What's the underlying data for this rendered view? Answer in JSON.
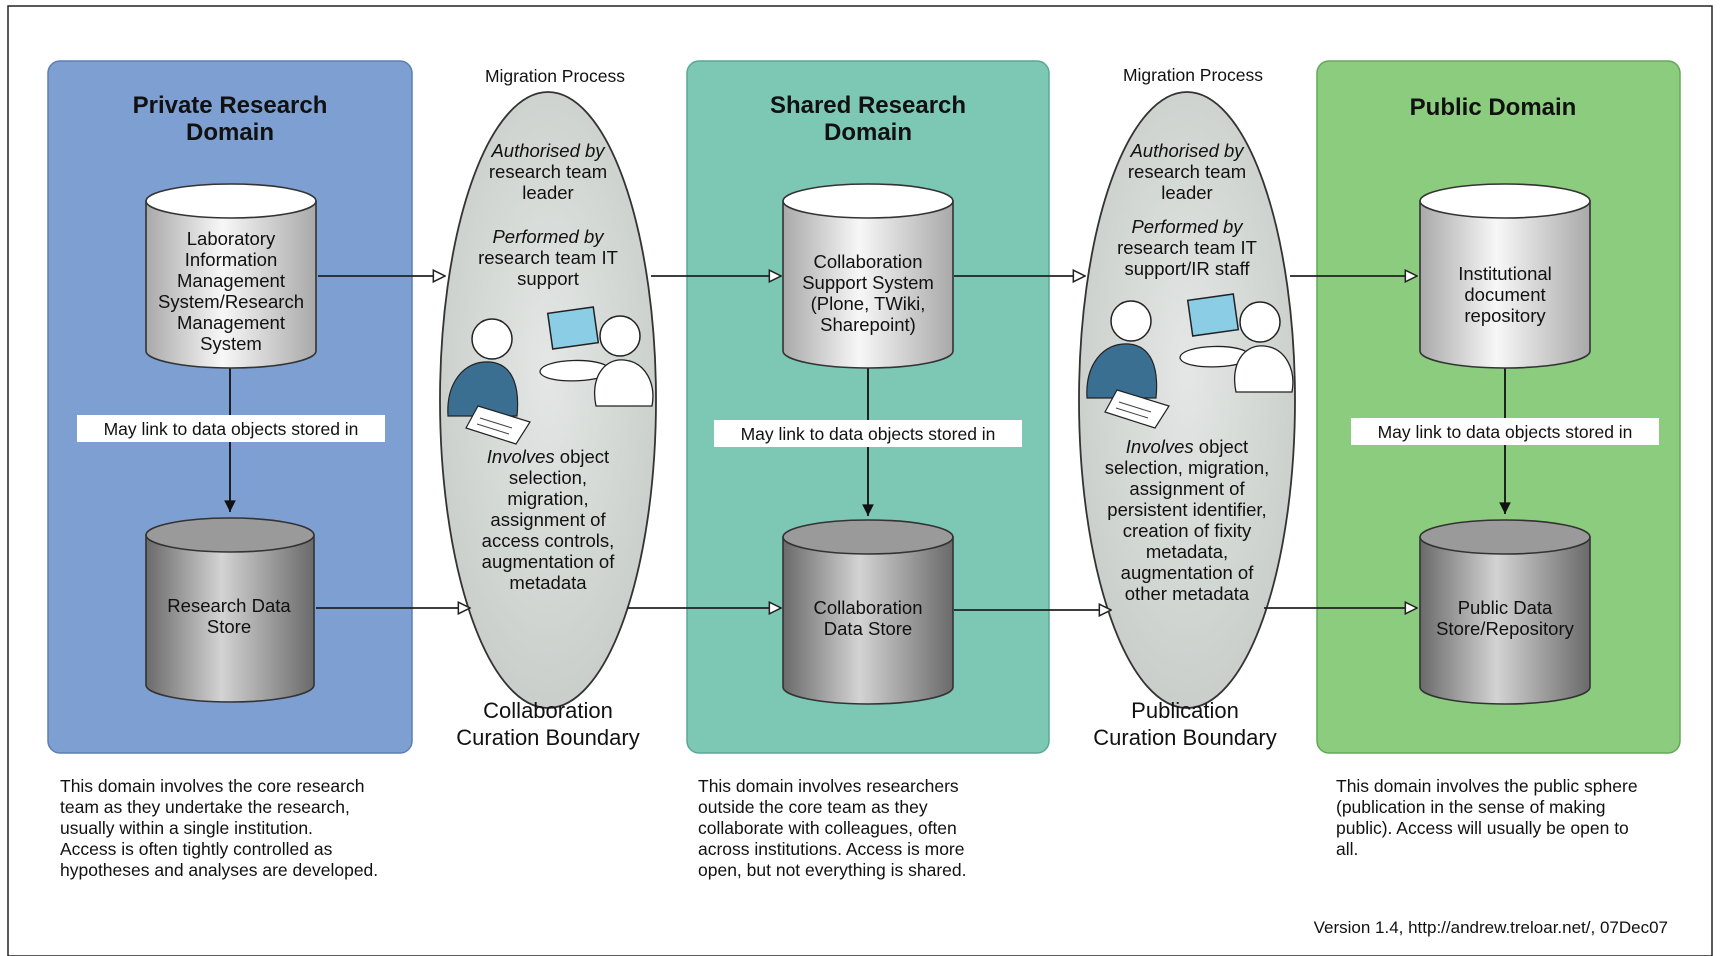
{
  "domains": [
    {
      "title": [
        "Private Research",
        "Domain"
      ],
      "system": [
        "Laboratory",
        "Information",
        "Management",
        "System/Research",
        "Management",
        "System"
      ],
      "store": [
        "Research Data",
        "Store"
      ],
      "link_label": "May link to data objects stored in",
      "description": [
        "This domain involves the core research",
        "team as they undertake the research,",
        "usually within a single institution.",
        "Access is often tightly controlled as",
        "hypotheses and analyses are developed."
      ]
    },
    {
      "title": [
        "Shared Research",
        "Domain"
      ],
      "system": [
        "Collaboration",
        "Support System",
        "(Plone, TWiki,",
        "Sharepoint)"
      ],
      "store": [
        "Collaboration",
        "Data Store"
      ],
      "link_label": "May link to data objects stored in",
      "description": [
        "This domain involves researchers",
        "outside the core team as they",
        "collaborate with colleagues, often",
        "across institutions.  Access is more",
        "open, but not everything is shared."
      ]
    },
    {
      "title": [
        "Public Domain"
      ],
      "system": [
        "Institutional",
        "document",
        "repository"
      ],
      "store": [
        "Public Data",
        "Store/Repository"
      ],
      "link_label": "May link to data objects stored in",
      "description": [
        "This domain involves the public sphere",
        "(publication in the sense of making",
        "public).  Access will usually be open to",
        "all."
      ]
    }
  ],
  "migrations": [
    {
      "heading": "Migration Process",
      "authorised_label": "Authorised by",
      "authorised_by": [
        "research team",
        "leader"
      ],
      "performed_label": "Performed by",
      "performed_by": [
        "research team IT",
        "support"
      ],
      "involves_label": "Involves",
      "involves": [
        "object",
        "selection,",
        "migration,",
        "assignment of",
        "access controls,",
        "augmentation of",
        "metadata"
      ],
      "boundary": [
        "Collaboration",
        "Curation Boundary"
      ]
    },
    {
      "heading": "Migration Process",
      "authorised_label": "Authorised by",
      "authorised_by": [
        "research team",
        "leader"
      ],
      "performed_label": "Performed by",
      "performed_by": [
        "research team IT",
        "support/IR staff"
      ],
      "involves_label": "Involves",
      "involves": [
        "object",
        "selection, migration,",
        "assignment of",
        "persistent identifier,",
        "creation of fixity",
        "metadata,",
        "augmentation of",
        "other metadata"
      ],
      "boundary": [
        "Publication",
        "Curation Boundary"
      ]
    }
  ],
  "version": "Version 1.4,  http://andrew.treloar.net/, 07Dec07",
  "colors": {
    "private": "#7e9fd2",
    "shared": "#7dc7b5",
    "public": "#8ccc7f",
    "ellipse": "#d4d8d6",
    "person": "#3b6f91",
    "screen": "#8ccde6"
  }
}
